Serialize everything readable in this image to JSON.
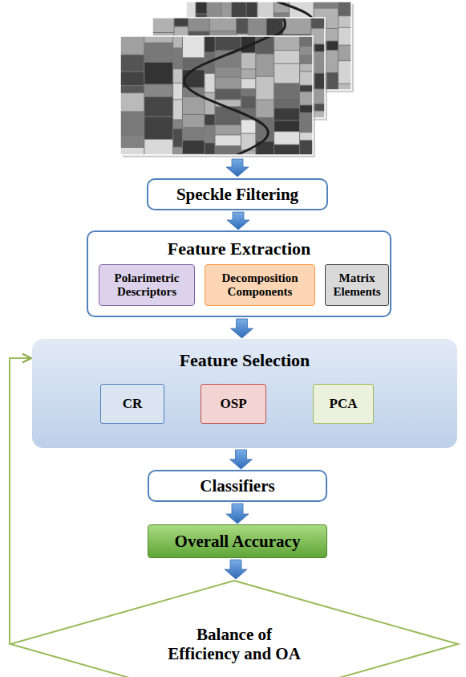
{
  "diagram": {
    "nodes": [
      {
        "text": [
          "Speckle Filtering"
        ]
      },
      {
        "text": [
          "Feature Extraction"
        ]
      },
      {
        "text": [
          "Polarimetric Descriptors"
        ],
        "in": 1
      },
      {
        "text": [
          "Decomposition Components"
        ],
        "in": 1
      },
      {
        "text": [
          "Matrix Elements"
        ],
        "in": 1
      },
      {
        "text": [
          "Feature Selection"
        ]
      },
      {
        "text": [
          "CR"
        ],
        "in": 5
      },
      {
        "text": [
          "OSP"
        ],
        "in": 5
      },
      {
        "text": [
          "PCA"
        ],
        "in": 5
      },
      {
        "text": [
          "Classifiers"
        ]
      },
      {
        "text": [
          "Overall Accuracy"
        ]
      },
      {
        "text": [
          "Balance of Efficiency and OA"
        ]
      }
    ],
    "edges": [
      {
        "from": 0,
        "to": 1,
        "arrow": "to"
      },
      {
        "from": 1,
        "to": 5,
        "arrow": "to"
      },
      {
        "from": 5,
        "to": 9,
        "arrow": "to"
      },
      {
        "from": 9,
        "to": 10,
        "arrow": "to"
      },
      {
        "from": 10,
        "to": 11,
        "arrow": "to"
      },
      {
        "from": 11,
        "to": 5,
        "arrow": "to"
      }
    ]
  }
}
